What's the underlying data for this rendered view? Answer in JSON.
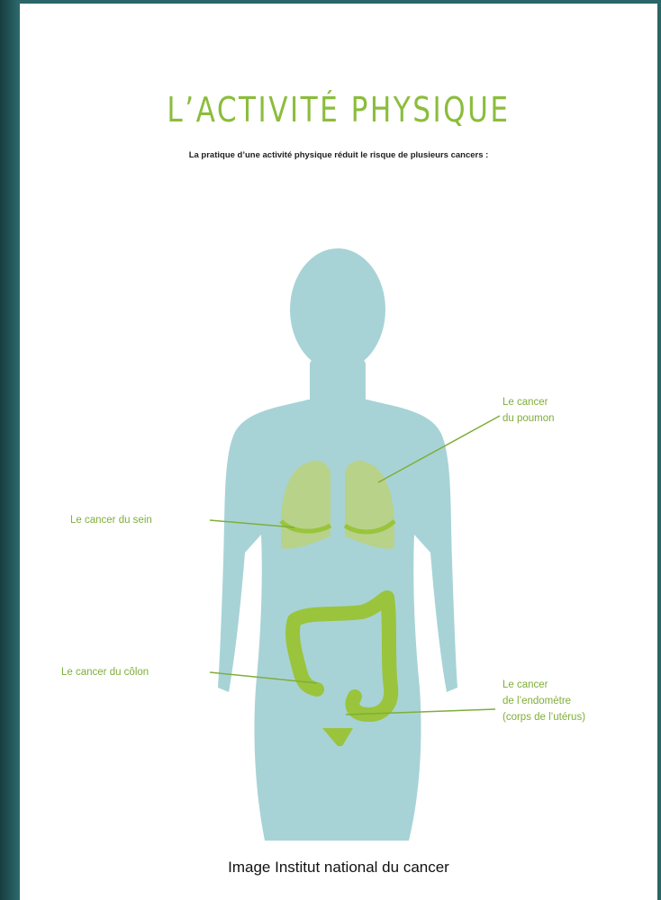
{
  "title": "L’ACTIVITÉ PHYSIQUE",
  "subtitle": "La pratique d’une activité physique réduit le risque de plusieurs cancers :",
  "labels": {
    "poumon": "Le cancer\ndu poumon",
    "sein": "Le cancer du sein",
    "colon": "Le cancer du côlon",
    "endometre": "Le cancer\nde l’endomètre\n(corps de l’utérus)"
  },
  "credit": "Image  Institut national du cancer",
  "colors": {
    "title": "#8bbd3c",
    "body": "#a7d3d6",
    "organs": "#9ac43c",
    "lungs": "#b8d28a",
    "background": "#2b6567"
  }
}
